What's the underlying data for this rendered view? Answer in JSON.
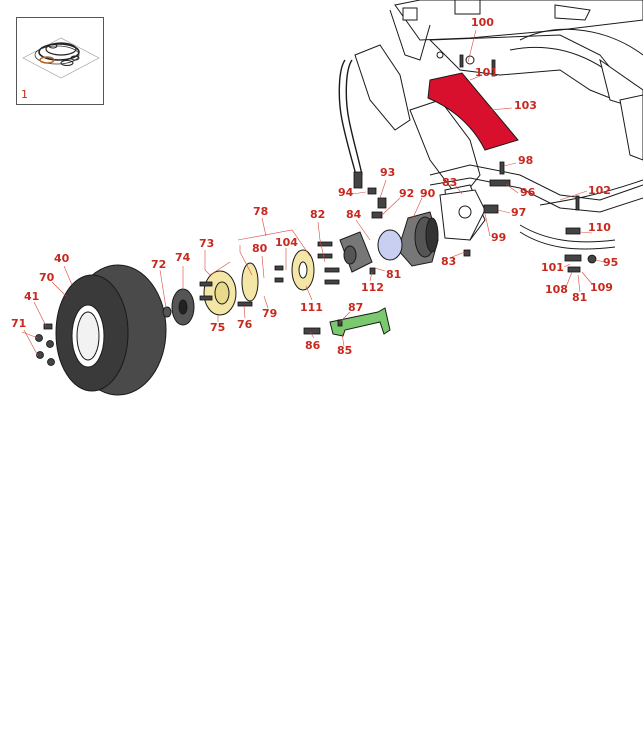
{
  "inset": {
    "label": "1"
  },
  "callouts": {
    "c100": "100",
    "c101a": "101",
    "c103": "103",
    "c98": "98",
    "c96": "96",
    "c102": "102",
    "c97": "97",
    "c99": "99",
    "c83a": "83",
    "c83b": "83",
    "c93": "93",
    "c94": "94",
    "c92": "92",
    "c90": "90",
    "c84": "84",
    "c81a": "81",
    "c112": "112",
    "c82": "82",
    "c78": "78",
    "c80": "80",
    "c104": "104",
    "c111": "111",
    "c79": "79",
    "c76": "76",
    "c75": "75",
    "c73": "73",
    "c74": "74",
    "c72": "72",
    "c40": "40",
    "c70": "70",
    "c41": "41",
    "c71": "71",
    "c87": "87",
    "c86": "86",
    "c85": "85",
    "c110": "110",
    "c95": "95",
    "c101b": "101",
    "c108": "108",
    "c81b": "81",
    "c109": "109"
  },
  "colors": {
    "callout": "#c8281e",
    "guard": "#d8102e",
    "bracket": "#7bc96f",
    "hub": "#f3e6a6",
    "tire": "#4a4a4a",
    "motor_face": "#c9cff0"
  }
}
